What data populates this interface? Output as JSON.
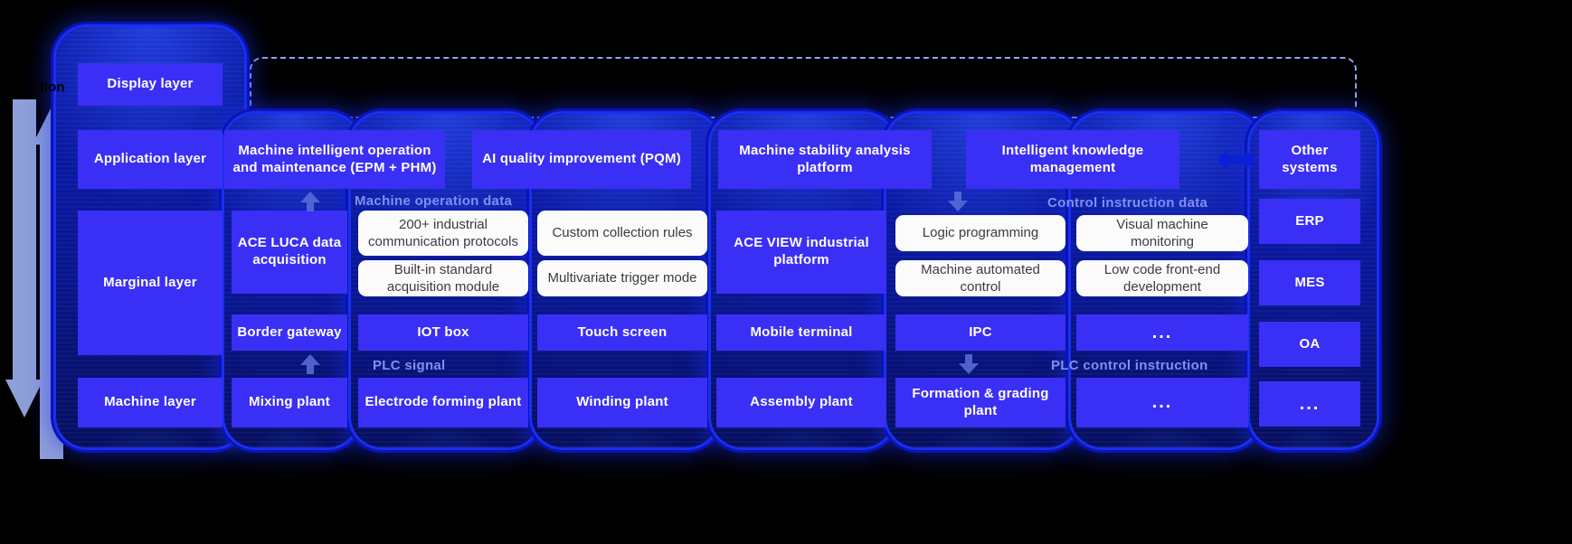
{
  "diagram": {
    "title": "Industrial IoT layered platform architecture",
    "colors": {
      "cell_blue": "#3a2ff5",
      "panel_blue": "#0a1aa6",
      "panel_glow": "#1a2ff0",
      "white_cell": "#fbfbfb",
      "flow_label": "#7f91ef",
      "dashed_border": "#8fa6f7",
      "arrow_periwinkle": "#8fa0d8",
      "background": "#000000"
    },
    "cutoff_label": "tion",
    "layer_column": {
      "items": [
        {
          "label": "Display layer"
        },
        {
          "label": "Application layer"
        },
        {
          "label": "Marginal layer"
        },
        {
          "label": "Machine layer"
        }
      ]
    },
    "columns": [
      {
        "name": "column-1",
        "application": "Machine intelligent operation and maintenance (EPM + PHM)",
        "marginal_primary": "ACE LUCA data acquisition",
        "device": "Border gateway",
        "machine": "Mixing plant"
      },
      {
        "name": "column-2",
        "application": "AI quality improvement (PQM)",
        "marginal_white": [
          "200+ industrial communication protocols",
          "Built-in standard acquisition module"
        ],
        "device": "IOT box",
        "machine": "Electrode forming plant"
      },
      {
        "name": "column-3",
        "marginal_white": [
          "Custom collection rules",
          "Multivariate trigger mode"
        ],
        "device": "Touch screen",
        "machine": "Winding plant"
      },
      {
        "name": "column-4",
        "application": "Machine stability analysis platform",
        "marginal_primary": "ACE VIEW industrial platform",
        "device": "Mobile terminal",
        "machine": "Assembly plant"
      },
      {
        "name": "column-5",
        "application": "Intelligent knowledge management",
        "marginal_white": [
          "Logic programming",
          "Machine automated control"
        ],
        "device": "IPC",
        "machine": "Formation & grading plant"
      },
      {
        "name": "column-6",
        "marginal_white": [
          "Visual machine monitoring",
          "Low code front-end development"
        ],
        "device": "...",
        "machine": "..."
      },
      {
        "name": "column-7-external",
        "items": [
          "Other systems",
          "ERP",
          "MES",
          "OA",
          "..."
        ]
      }
    ],
    "flow_labels": [
      {
        "id": "machine-operation-data",
        "text": "Machine operation data"
      },
      {
        "id": "control-instruction-data",
        "text": "Control instruction data"
      },
      {
        "id": "plc-signal",
        "text": "PLC signal"
      },
      {
        "id": "plc-control-instruction",
        "text": "PLC control instruction"
      }
    ]
  }
}
